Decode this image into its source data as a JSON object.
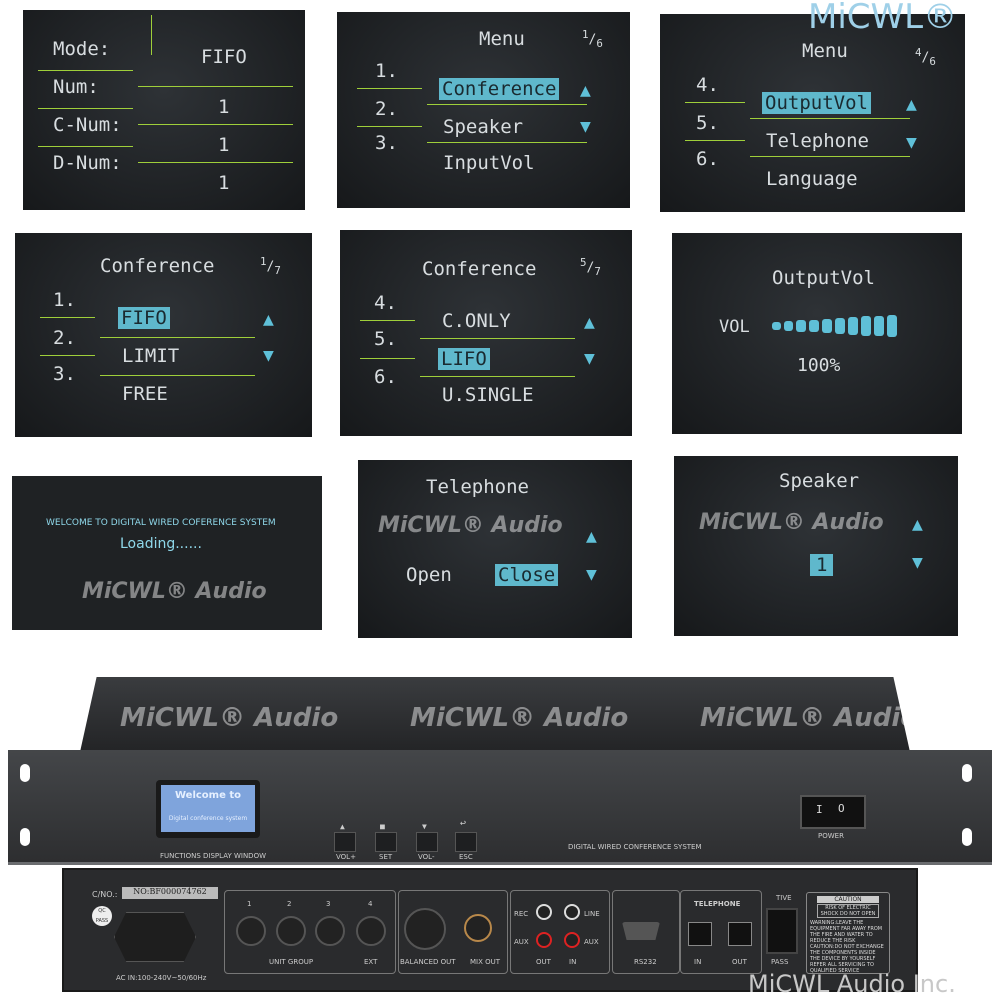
{
  "brand": {
    "logo": "MiCWL®",
    "watermark": "MiCWL® Audio",
    "footer": "MiCWL Audio Inc."
  },
  "screens": {
    "mode": {
      "rows": [
        {
          "label": "Mode:",
          "value": "FIFO"
        },
        {
          "label": "Num:",
          "value": "1"
        },
        {
          "label": "C-Num:",
          "value": "1"
        },
        {
          "label": "D-Num:",
          "value": "1"
        }
      ]
    },
    "menu1": {
      "title": "Menu",
      "page": "1",
      "total": "6",
      "items": [
        {
          "num": "1.",
          "label": "Conference",
          "selected": true
        },
        {
          "num": "2.",
          "label": "Speaker"
        },
        {
          "num": "3.",
          "label": "InputVol"
        }
      ]
    },
    "menu4": {
      "title": "Menu",
      "page": "4",
      "total": "6",
      "items": [
        {
          "num": "4.",
          "label": "OutputVol",
          "selected": true
        },
        {
          "num": "5.",
          "label": "Telephone"
        },
        {
          "num": "6.",
          "label": "Language"
        }
      ]
    },
    "conf1": {
      "title": "Conference",
      "page": "1",
      "total": "7",
      "items": [
        {
          "num": "1.",
          "label": "FIFO",
          "selected": true
        },
        {
          "num": "2.",
          "label": "LIMIT"
        },
        {
          "num": "3.",
          "label": "FREE"
        }
      ]
    },
    "conf5": {
      "title": "Conference",
      "page": "5",
      "total": "7",
      "items": [
        {
          "num": "4.",
          "label": "C.ONLY"
        },
        {
          "num": "5.",
          "label": "LIFO",
          "selected": true
        },
        {
          "num": "6.",
          "label": "U.SINGLE"
        }
      ]
    },
    "outputvol": {
      "title": "OutputVol",
      "label": "VOL",
      "percent": "100%",
      "level": 100,
      "bars": 10
    },
    "loading": {
      "line1": "WELCOME TO DIGITAL WIRED COFERENCE SYSTEM",
      "line2": "Loading......"
    },
    "telephone": {
      "title": "Telephone",
      "open": "Open",
      "close": "Close",
      "selected": "Close"
    },
    "speaker": {
      "title": "Speaker",
      "value": "1"
    }
  },
  "front": {
    "lcd_line1": "Welcome to",
    "lcd_line2": "Digital conference system",
    "display_label": "FUNCTIONS DISPLAY WINDOW",
    "buttons": [
      "VOL+",
      "SET",
      "VOL-",
      "ESC"
    ],
    "system_name": "DIGITAL WIRED CONFERENCE SYSTEM",
    "power": "POWER"
  },
  "back": {
    "cino": "C/NO.:",
    "serial": "NO:BF000074762",
    "qc": "QC PASS",
    "ac": "AC IN:100-240V~50/60Hz",
    "unit_nums": [
      "1",
      "2",
      "3",
      "4"
    ],
    "unit_group": "UNIT GROUP",
    "ext": "EXT",
    "balanced": "BALANCED OUT",
    "mixout": "MIX OUT",
    "rec": "REC",
    "line": "LINE",
    "aux": "AUX",
    "out": "OUT",
    "in": "IN",
    "rs232": "RS232",
    "telephone": "TELEPHONE",
    "tel_in": "IN",
    "tel_out": "OUT",
    "tive": "TIVE",
    "pass": "PASS",
    "caution": "CAUTION",
    "caution_sub": "RISK OF ELECTRIC SHOCK DO NOT OPEN",
    "warning": "WARNING:LEAVE THE EQUIPMENT FAR AWAY FROM THE FIRE AND WATER TO REDUCE THE RISK CAUTION:DO NOT EXCHANGE THE COMPONENTS INSIDE THE DEVICE BY YOURSELF REFER ALL SERVICING TO QUALIFIED SERVICE PERSONNEL"
  }
}
